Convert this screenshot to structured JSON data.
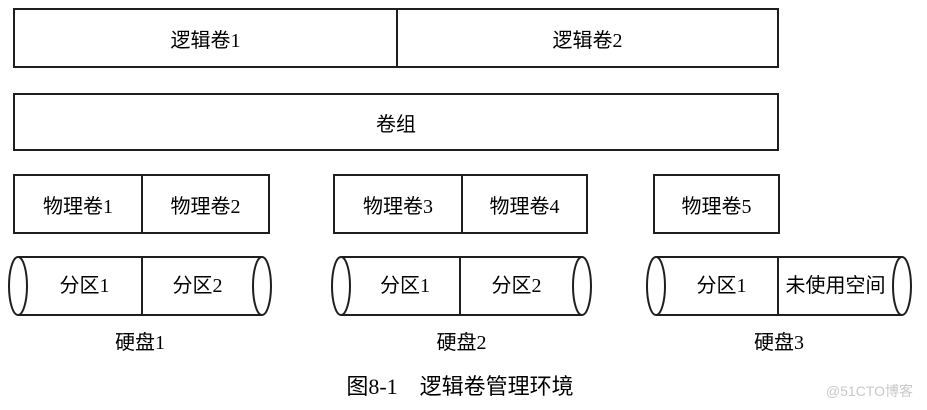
{
  "diagram": {
    "logical_volumes": [
      "逻辑卷1",
      "逻辑卷2"
    ],
    "volume_group": "卷组",
    "disks": [
      {
        "name": "硬盘1",
        "physical_volumes": [
          "物理卷1",
          "物理卷2"
        ],
        "partitions": [
          "分区1",
          "分区2"
        ]
      },
      {
        "name": "硬盘2",
        "physical_volumes": [
          "物理卷3",
          "物理卷4"
        ],
        "partitions": [
          "分区1",
          "分区2"
        ]
      },
      {
        "name": "硬盘3",
        "physical_volumes": [
          "物理卷5"
        ],
        "partitions": [
          "分区1",
          "未使用空间"
        ]
      }
    ],
    "caption": "图8-1　逻辑卷管理环境",
    "watermark": "@51CTO博客",
    "colors": {
      "background": "#ffffff",
      "line": "#1f1f1f",
      "text": "#000000",
      "watermark": "#c8c8c8"
    }
  }
}
